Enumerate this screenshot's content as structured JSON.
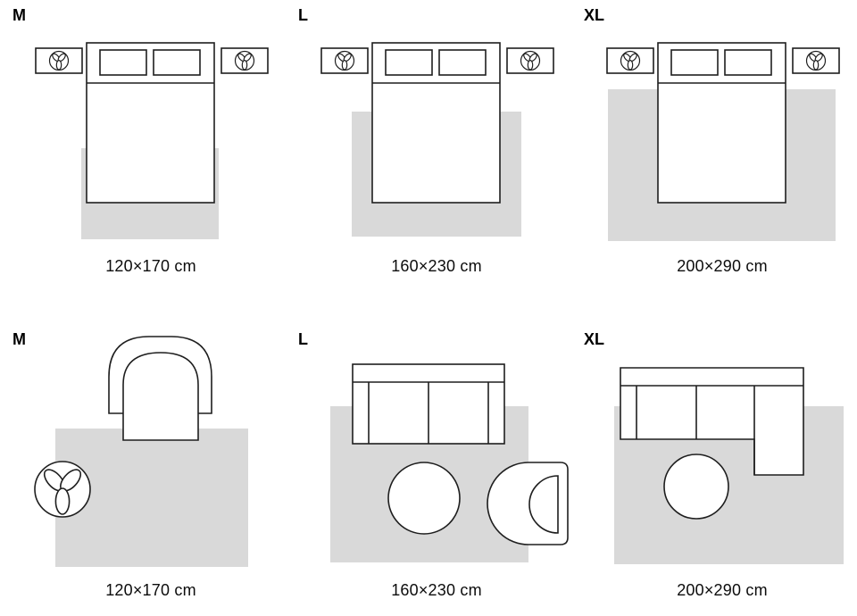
{
  "title": "rug-size-guide",
  "colors": {
    "background": "#ffffff",
    "rug_fill": "#d9d9d9",
    "furniture_outline": "#1e1e1e",
    "text": "#0c0c0c"
  },
  "rows": [
    {
      "room": "bedroom",
      "panels": [
        {
          "size": "M",
          "dimensions": "120×170 cm"
        },
        {
          "size": "L",
          "dimensions": "160×230 cm"
        },
        {
          "size": "XL",
          "dimensions": "200×290 cm"
        }
      ]
    },
    {
      "room": "living-room",
      "panels": [
        {
          "size": "M",
          "dimensions": "120×170 cm"
        },
        {
          "size": "L",
          "dimensions": "160×230 cm"
        },
        {
          "size": "XL",
          "dimensions": "200×290 cm"
        }
      ]
    }
  ]
}
